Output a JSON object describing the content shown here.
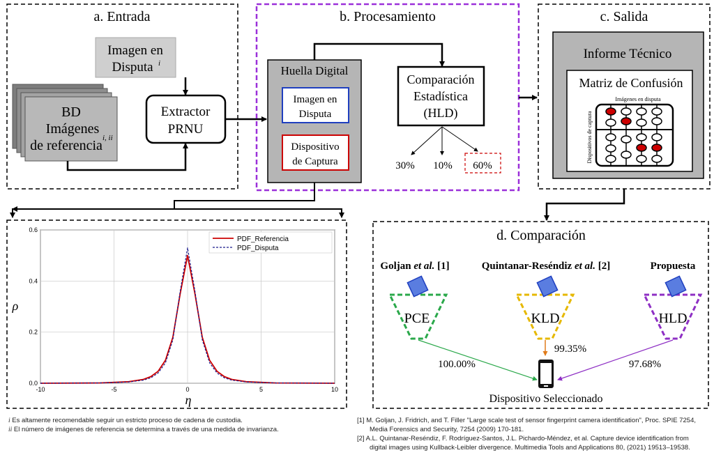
{
  "panels": {
    "entrada": {
      "title": "a. Entrada",
      "imagen_en_disputa": {
        "line1": "Imagen en",
        "line2": "Disputa",
        "sup": "i"
      },
      "bd": {
        "line1": "BD",
        "line2": "Imágenes",
        "line3": "de referencia",
        "sup": "i, ii"
      },
      "extractor": {
        "line1": "Extractor",
        "line2": "PRNU"
      }
    },
    "procesamiento": {
      "title": "b. Procesamiento",
      "huella": "Huella Digital",
      "imagen_box": {
        "line1": "Imagen en",
        "line2": "Disputa"
      },
      "dispositivo_box": {
        "line1": "Dispositivo",
        "line2": "de Captura"
      },
      "comparacion": {
        "line1": "Comparación",
        "line2": "Estadística",
        "line3": "(HLD)"
      },
      "percentages": [
        "30%",
        "10%",
        "60%"
      ]
    },
    "salida": {
      "title": "c. Salida",
      "informe": "Informe Técnico",
      "matriz": "Matriz de Confusión",
      "col_label": "Imágenes en disputa",
      "row_label": "Dispositivos de captura"
    },
    "comparacion": {
      "title": "d. Comparación",
      "methods": [
        {
          "name": "Goljan",
          "etal": "et al.",
          "ref": "[1]",
          "metric": "PCE",
          "value": "100.00%",
          "color": "#2aa84a"
        },
        {
          "name": "Quintanar-Reséndiz",
          "etal": "et al.",
          "ref": "[2]",
          "metric": "KLD",
          "value": "99.35%",
          "color": "#e6b800"
        },
        {
          "name": "Propuesta",
          "etal": "",
          "ref": "",
          "metric": "HLD",
          "value": "97.68%",
          "color": "#8e2fc4"
        }
      ],
      "device_label": "Dispositivo Seleccionado"
    }
  },
  "colors": {
    "procesamiento_border": "#9b30d9",
    "red_accent": "#cc0000",
    "blue_accent": "#1f3fbf",
    "kld_arrow": "#e07b1a"
  },
  "chart_data": {
    "type": "line",
    "xlabel": "η",
    "ylabel": "ρ",
    "xlim": [
      -10,
      10
    ],
    "ylim": [
      0,
      0.6
    ],
    "xticks": [
      "-10",
      "-5",
      "0",
      "5",
      "10"
    ],
    "yticks": [
      "0.0",
      "0.2",
      "0.4",
      "0.6"
    ],
    "legend_position": "top-right",
    "grid": true,
    "series": [
      {
        "name": "PDF_Referencia",
        "color": "#cc0000",
        "style": "solid",
        "x": [
          -10,
          -6,
          -4,
          -3,
          -2.5,
          -2,
          -1.5,
          -1,
          -0.5,
          0,
          0.5,
          1,
          1.5,
          2,
          2.5,
          3,
          4,
          6,
          10
        ],
        "y": [
          0.0,
          0.001,
          0.006,
          0.015,
          0.026,
          0.047,
          0.09,
          0.18,
          0.35,
          0.5,
          0.35,
          0.18,
          0.09,
          0.047,
          0.026,
          0.015,
          0.006,
          0.001,
          0.0
        ]
      },
      {
        "name": "PDF_Disputa",
        "color": "#1a1a8c",
        "style": "dashed",
        "x": [
          -10,
          -6,
          -4,
          -3,
          -2.5,
          -2,
          -1.5,
          -1,
          -0.5,
          0,
          0.5,
          1,
          1.5,
          2,
          2.5,
          3,
          4,
          6,
          10
        ],
        "y": [
          0.0,
          0.001,
          0.005,
          0.012,
          0.021,
          0.04,
          0.08,
          0.17,
          0.36,
          0.53,
          0.36,
          0.17,
          0.08,
          0.04,
          0.021,
          0.012,
          0.005,
          0.001,
          0.0
        ]
      }
    ]
  },
  "footnotes": {
    "left": [
      {
        "marker": "i",
        "text": " Es altamente recomendable seguir un estricto proceso de cadena de custodia."
      },
      {
        "marker": "ii",
        "text": " El número de imágenes de referencia se determina a través de una medida de invarianza."
      }
    ],
    "right": [
      "[1] M. Goljan, J. Fridrich, and T. Filler \"Large scale test of sensor fingerprint camera identification\", Proc. SPIE 7254,",
      "Media Forensics and Security, 7254 (2009) 170-181.",
      "[2] A.L. Quintanar-Reséndiz, F. Rodríguez-Santos, J.L. Pichardo-Méndez, et al. Capture device identification from",
      "digital images using Kullback-Leibler divergence. Multimedia Tools and Applications 80, (2021) 19513–19538."
    ]
  }
}
